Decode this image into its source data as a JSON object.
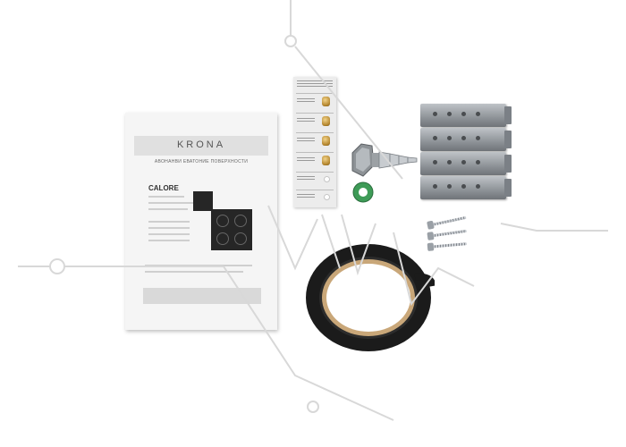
{
  "scene": {
    "description_objects": [
      "manual",
      "injector-card",
      "mounting-brackets",
      "gas-fitting",
      "seal-ring",
      "screws",
      "sealing-tape"
    ]
  },
  "manual": {
    "brand": "KRONA",
    "subtitle": "АВОНАНВИ ЕВАТОНИЕ ПОВЕРХНОСТИ",
    "model": "CALORE"
  },
  "colors": {
    "background": "#ffffff",
    "tape_outer": "#1b1b1b",
    "tape_inner": "#c9a779",
    "bracket_metal": "#9aa0a6",
    "seal_ring": "#3e9b57",
    "brass": "#c39a3b"
  }
}
